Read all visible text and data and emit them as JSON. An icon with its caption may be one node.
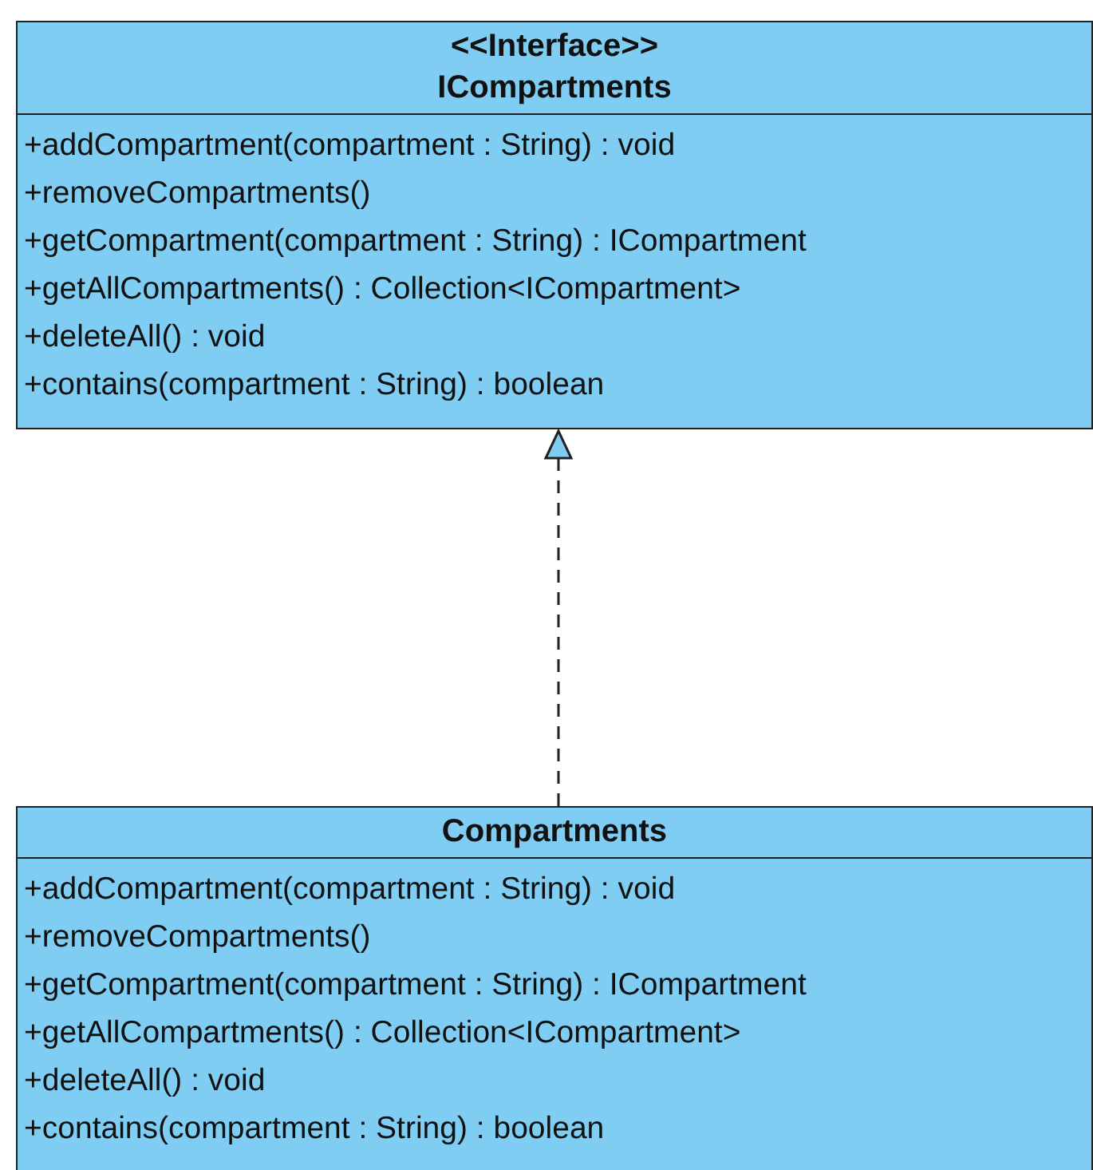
{
  "diagram": {
    "nodes": [
      {
        "text": [
          "<<Interface>>",
          "ICompartments",
          "+addCompartment(compartment : String) : void",
          "+removeCompartments()",
          "+getCompartment(compartment : String) : ICompartment",
          "+getAllCompartments() : Collection<ICompartment>",
          "+deleteAll() : void",
          "+contains(compartment : String) : boolean"
        ]
      },
      {
        "text": [
          "Compartments",
          "+addCompartment(compartment : String) : void",
          "+removeCompartments()",
          "+getCompartment(compartment : String) : ICompartment",
          "+getAllCompartments() : Collection<ICompartment>",
          "+deleteAll() : void",
          "+contains(compartment : String) : boolean"
        ]
      }
    ],
    "edges": [
      {
        "from": 1,
        "to": 0,
        "arrow": "to",
        "style": "dashed"
      }
    ]
  }
}
